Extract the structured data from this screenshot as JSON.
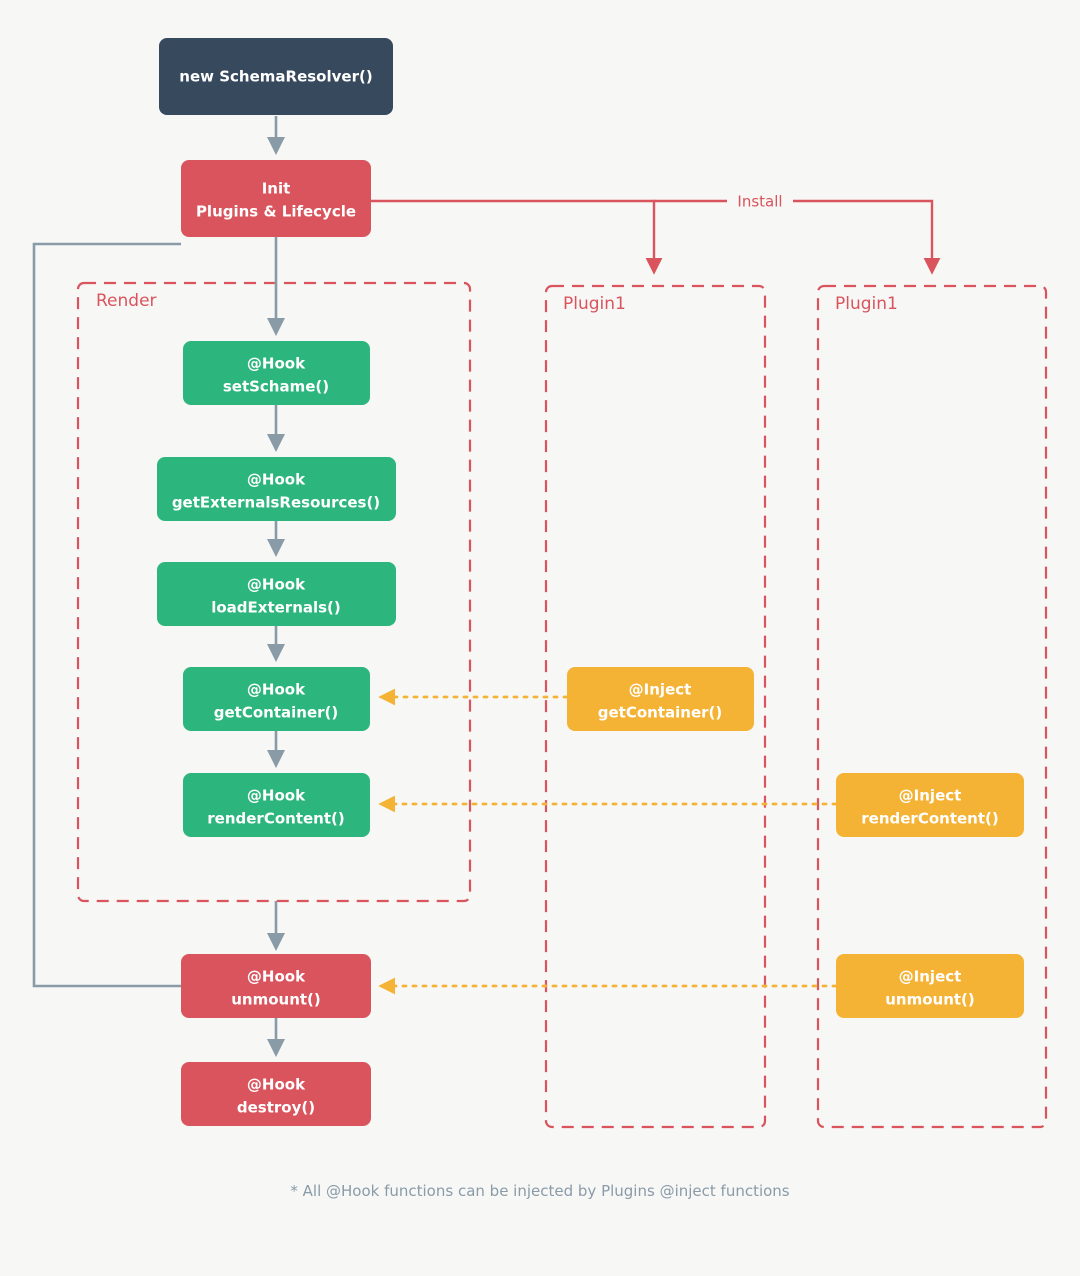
{
  "diagram": {
    "title": "SchemaResolver plugin lifecycle flowchart",
    "background_color": "#f7f7f6",
    "footnote": "* All @Hook functions can be injected by Plugins @inject functions"
  },
  "colors": {
    "navy": "#36495d",
    "red": "#d9545d",
    "green": "#2cb67d",
    "orange": "#f5b335",
    "gray_edge": "#8a9ba8",
    "white_text": "#ffffff",
    "footnote_text": "#8a9ba8"
  },
  "nodes": {
    "entry": {
      "line1": "new SchemaResolver()",
      "line2": "",
      "type": "navy"
    },
    "init": {
      "line1": "Init",
      "line2": "Plugins & Lifecycle",
      "type": "red"
    },
    "set_schame": {
      "line1": "@Hook",
      "line2": "setSchame()",
      "type": "green"
    },
    "get_externals_resources": {
      "line1": "@Hook",
      "line2": "getExternalsResources()",
      "type": "green"
    },
    "load_externals": {
      "line1": "@Hook",
      "line2": "loadExternals()",
      "type": "green"
    },
    "get_container_hook": {
      "line1": "@Hook",
      "line2": "getContainer()",
      "type": "green"
    },
    "render_content_hook": {
      "line1": "@Hook",
      "line2": "renderContent()",
      "type": "green"
    },
    "unmount_hook": {
      "line1": "@Hook",
      "line2": "unmount()",
      "type": "red"
    },
    "destroy_hook": {
      "line1": "@Hook",
      "line2": "destroy()",
      "type": "red"
    },
    "inject_get_container": {
      "line1": "@Inject",
      "line2": "getContainer()",
      "type": "orange"
    },
    "inject_render_content": {
      "line1": "@Inject",
      "line2": "renderContent()",
      "type": "orange"
    },
    "inject_unmount": {
      "line1": "@Inject",
      "line2": "unmount()",
      "type": "orange"
    }
  },
  "clusters": {
    "render": {
      "label": "Render"
    },
    "plugin_left": {
      "label": "Plugin1"
    },
    "plugin_right": {
      "label": "Plugin1"
    }
  },
  "edges": {
    "install_label": "Install"
  }
}
